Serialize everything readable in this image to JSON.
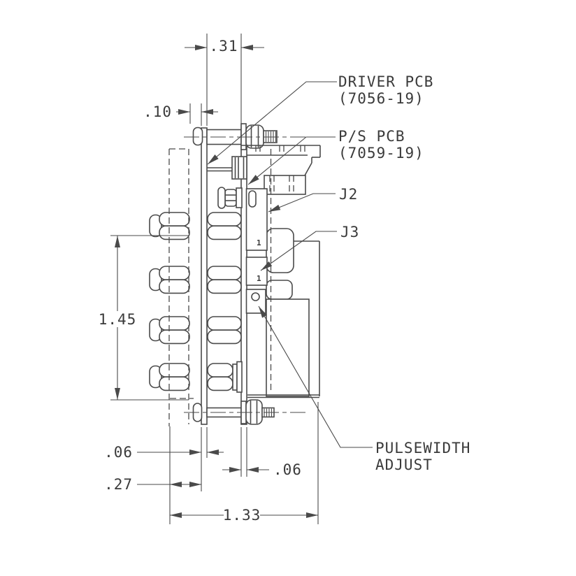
{
  "drawing": {
    "title": "PCB assembly side-view dimension drawing",
    "labels": {
      "driver_pcb": {
        "line1": "DRIVER PCB",
        "line2": "(7056-19)"
      },
      "ps_pcb": {
        "line1": "P/S PCB",
        "line2": "(7059-19)"
      },
      "j2": "J2",
      "j3": "J3",
      "pulsewidth": {
        "line1": "PULSEWIDTH",
        "line2": "ADJUST"
      }
    },
    "dimensions": {
      "board_spacing": ".31",
      "standoff_gap": ".10",
      "mount_span": "1.45",
      "driver_pcb_thickness": ".06",
      "ps_pcb_thickness": ".06",
      "head_clearance": ".27",
      "overall_depth": "1.33"
    },
    "pins": {
      "j2_pin1": "1",
      "j3_pin1": "1"
    },
    "colors": {
      "line": "#4a4a4a",
      "text": "#3a3a3a",
      "background": "#ffffff"
    }
  }
}
